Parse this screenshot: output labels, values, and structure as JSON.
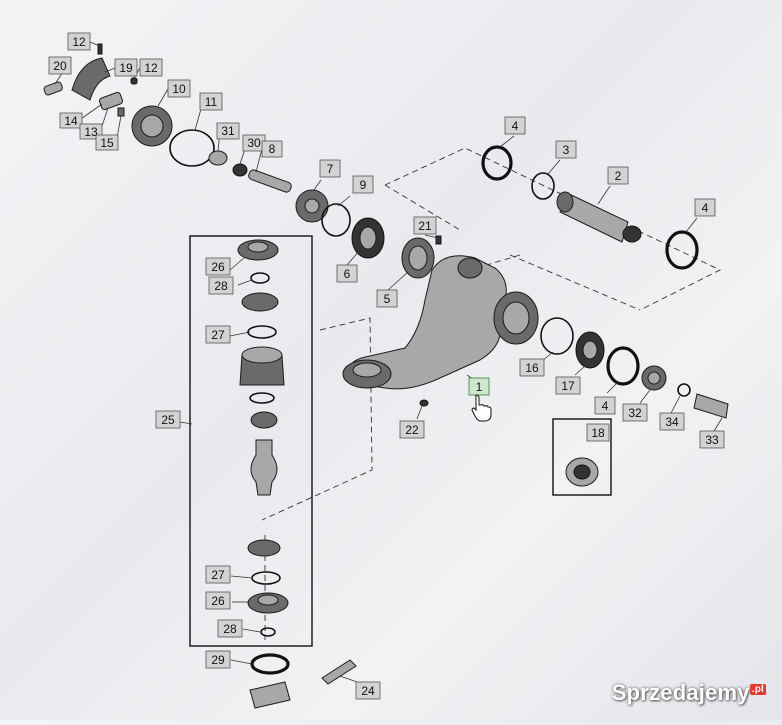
{
  "diagram": {
    "callouts": [
      {
        "id": "c12a",
        "label": "12"
      },
      {
        "id": "c20",
        "label": "20"
      },
      {
        "id": "c19",
        "label": "19"
      },
      {
        "id": "c12b",
        "label": "12"
      },
      {
        "id": "c10",
        "label": "10"
      },
      {
        "id": "c11",
        "label": "11"
      },
      {
        "id": "c14",
        "label": "14"
      },
      {
        "id": "c13",
        "label": "13"
      },
      {
        "id": "c15",
        "label": "15"
      },
      {
        "id": "c31",
        "label": "31"
      },
      {
        "id": "c30",
        "label": "30"
      },
      {
        "id": "c8",
        "label": "8"
      },
      {
        "id": "c7",
        "label": "7"
      },
      {
        "id": "c9",
        "label": "9"
      },
      {
        "id": "c6",
        "label": "6"
      },
      {
        "id": "c21",
        "label": "21"
      },
      {
        "id": "c5",
        "label": "5"
      },
      {
        "id": "c4a",
        "label": "4"
      },
      {
        "id": "c3",
        "label": "3"
      },
      {
        "id": "c2",
        "label": "2"
      },
      {
        "id": "c4b",
        "label": "4"
      },
      {
        "id": "c26a",
        "label": "26"
      },
      {
        "id": "c28a",
        "label": "28"
      },
      {
        "id": "c27a",
        "label": "27"
      },
      {
        "id": "c25",
        "label": "25"
      },
      {
        "id": "c1",
        "label": "1"
      },
      {
        "id": "c16",
        "label": "16"
      },
      {
        "id": "c17",
        "label": "17"
      },
      {
        "id": "c4c",
        "label": "4"
      },
      {
        "id": "c32",
        "label": "32"
      },
      {
        "id": "c34",
        "label": "34"
      },
      {
        "id": "c33",
        "label": "33"
      },
      {
        "id": "c22",
        "label": "22"
      },
      {
        "id": "c18",
        "label": "18"
      },
      {
        "id": "c27b",
        "label": "27"
      },
      {
        "id": "c26b",
        "label": "26"
      },
      {
        "id": "c28b",
        "label": "28"
      },
      {
        "id": "c29",
        "label": "29"
      },
      {
        "id": "c24",
        "label": "24"
      }
    ]
  },
  "watermark": {
    "brand": "Sprzedajemy",
    "tld": ".pl"
  },
  "colors": {
    "callout_fill": "#d3d3d3",
    "callout_selected": "#cfe6cf",
    "line": "#111111"
  }
}
